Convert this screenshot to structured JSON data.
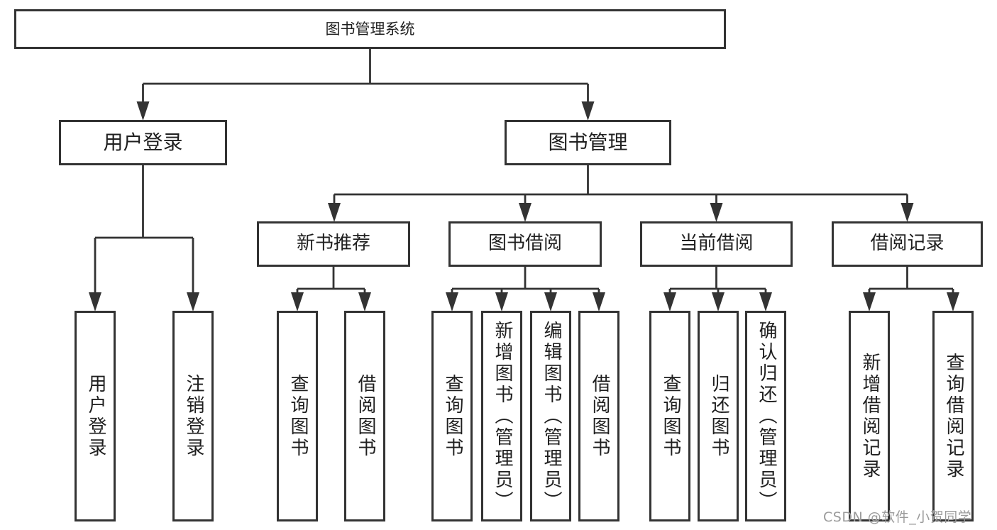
{
  "diagram": {
    "title": "图书管理系统",
    "watermark": "CSDN @软件_小贺同学",
    "level2": [
      {
        "label": "用户登录"
      },
      {
        "label": "图书管理"
      }
    ],
    "level3": [
      {
        "label": "新书推荐"
      },
      {
        "label": "图书借阅"
      },
      {
        "label": "当前借阅"
      },
      {
        "label": "借阅记录"
      }
    ],
    "leaves": [
      {
        "label": "用户登录"
      },
      {
        "label": "注销登录"
      },
      {
        "label": "查询图书"
      },
      {
        "label": "借阅图书"
      },
      {
        "label": "查询图书"
      },
      {
        "label": "新增图书（管理员）"
      },
      {
        "label": "编辑图书（管理员）"
      },
      {
        "label": "借阅图书"
      },
      {
        "label": "查询图书"
      },
      {
        "label": "归还图书"
      },
      {
        "label": "确认归还（管理员）"
      },
      {
        "label": "新增借阅记录"
      },
      {
        "label": "查询借阅记录"
      }
    ],
    "colors": {
      "line": "#333333",
      "text": "#1f1f1f",
      "watermark": "#9b9b9b",
      "background": "#ffffff"
    }
  }
}
